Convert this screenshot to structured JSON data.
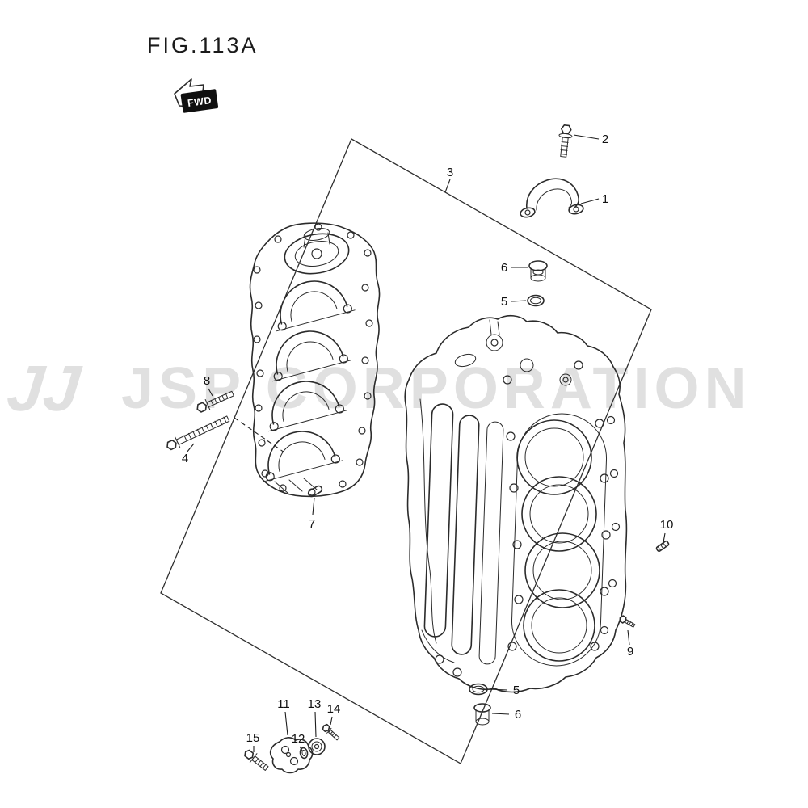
{
  "figure_title": "FIG.113A",
  "fwd_label": "FWD",
  "watermark": {
    "logo": "JJ",
    "text": "JSP CORPORATION"
  },
  "colors": {
    "background": "#ffffff",
    "line": "#2b2b2b",
    "watermark": "#c8c8c8",
    "fwd_box": "#101010"
  },
  "callouts": {
    "clamp": "1",
    "clamp_bolt": "2",
    "cylinder_block": "3",
    "long_bolt": "4",
    "oring_top": "5",
    "plug_top": "6",
    "oring_bottom": "5",
    "plug_bottom": "6",
    "dowel_pin": "7",
    "short_bolt": "8",
    "drain_bolt": "9",
    "stud": "10",
    "anode_cover": "11",
    "grommet": "12",
    "anode": "13",
    "screw": "14",
    "cover_bolt": "15"
  }
}
